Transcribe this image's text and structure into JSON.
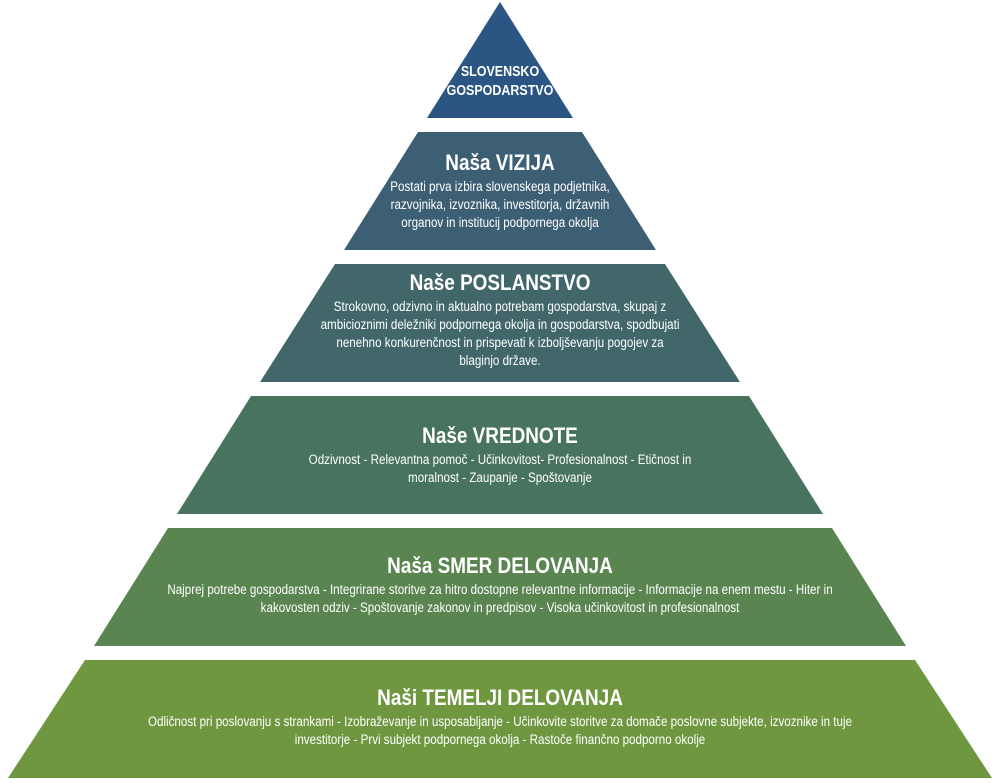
{
  "colors": {
    "tier_fills": [
      "#2b5583",
      "#3d5f74",
      "#41676b",
      "#47735f",
      "#5a8551",
      "#6e9740"
    ]
  },
  "tiers": [
    {
      "title": "SLOVENSKO GOSPODARSTVO",
      "desc": ""
    },
    {
      "title": "Naša VIZIJA",
      "desc": "Postati prva izbira slovenskega podjetnika, razvojnika, izvoznika, investitorja, državnih organov in institucij podpornega okolja"
    },
    {
      "title": "Naše POSLANSTVO",
      "desc": "Strokovno, odzivno in aktualno potrebam gospodarstva, skupaj z ambicioznimi deležniki podpornega okolja in gospodarstva, spodbujati nenehno konkurenčnost in prispevati k izboljševanju pogojev za blaginjo države."
    },
    {
      "title": "Naše VREDNOTE",
      "desc": "Odzivnost - Relevantna pomoč - Učinkovitost- Profesionalnost - Etičnost in moralnost - Zaupanje - Spoštovanje"
    },
    {
      "title": "Naša SMER DELOVANJA",
      "desc": "Najprej potrebe gospodarstva - Integrirane storitve za hitro dostopne relevantne informacije - Informacije na enem mestu - Hiter in kakovosten odziv - Spoštovanje zakonov in predpisov - Visoka učinkovitost in profesionalnost"
    },
    {
      "title": "Naši TEMELJI DELOVANJA",
      "desc": "Odličnost pri poslovanju s strankami - Izobraževanje in usposabljanje - Učinkovite storitve za domače poslovne subjekte, izvoznike in tuje investitorje - Prvi subjekt podpornega okolja - Rastoče finančno podporno okolje"
    }
  ]
}
